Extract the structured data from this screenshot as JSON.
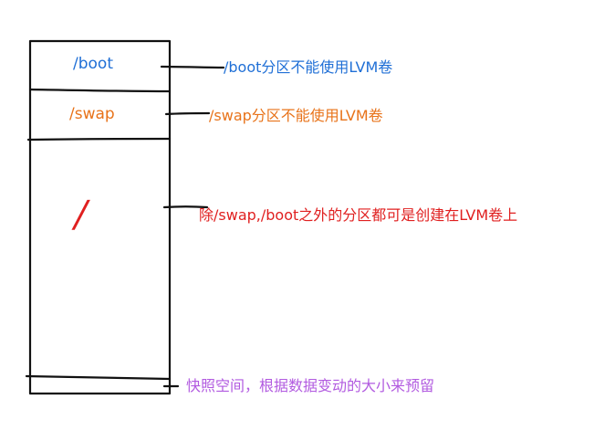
{
  "partitions": {
    "boot": {
      "label": "/boot",
      "note": "/boot分区不能使用LVM卷",
      "color": "#1f6fd6"
    },
    "swap": {
      "label": "/swap",
      "note": "/swap分区不能使用LVM卷",
      "color": "#e8731a"
    },
    "root": {
      "label": "/",
      "note": "除/swap,/boot之外的分区都可是创建在LVM卷上",
      "color": "#e02020"
    },
    "snapshot": {
      "note": "快照空间，根据数据变动的大小来预留",
      "color": "#b25be0"
    }
  }
}
